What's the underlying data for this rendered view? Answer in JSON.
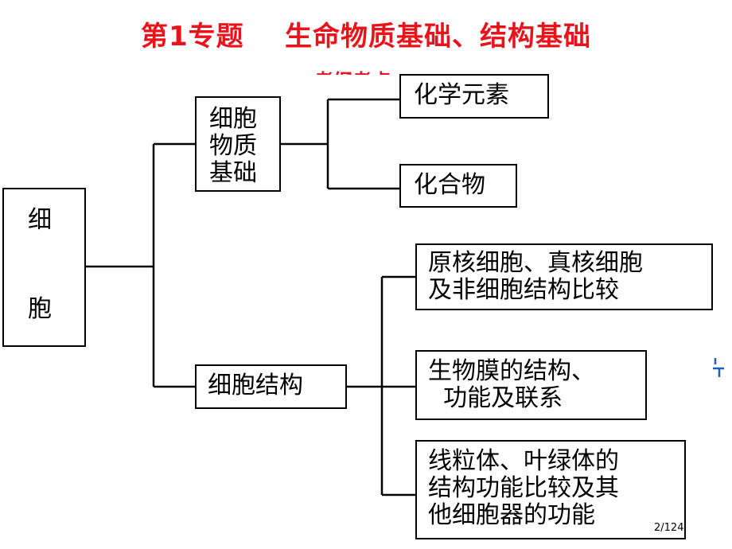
{
  "title": "第1专题    生命物质基础、结构基础",
  "subtitle": "考纲考点",
  "root": {
    "label_line1": "细",
    "label_line2": "胞"
  },
  "branch_material": {
    "label_lines": [
      "细胞",
      "物质",
      "基础"
    ],
    "children": [
      {
        "label": "化学元素"
      },
      {
        "label": "化合物"
      }
    ]
  },
  "branch_structure": {
    "label": "细胞结构",
    "children": [
      {
        "lines": [
          "原核细胞、真核细胞",
          "及非细胞结构比较"
        ]
      },
      {
        "lines": [
          "生物膜的结构、",
          "  功能及联系"
        ]
      },
      {
        "lines": [
          "线粒体、叶绿体的",
          "结构功能比较及其",
          "他细胞器的功能"
        ]
      }
    ]
  },
  "page_number": "2/124",
  "colors": {
    "title": "#e8141c",
    "edge_mark": "#1f5fb0",
    "lines": "#000000"
  }
}
